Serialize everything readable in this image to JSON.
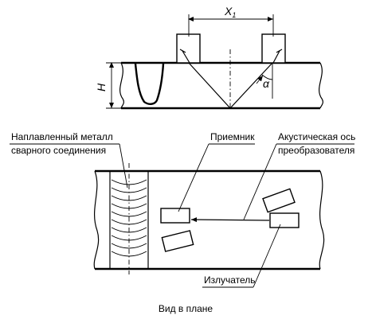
{
  "labels": {
    "x1": "X",
    "x1_sub": "1",
    "h": "H",
    "alpha": "α",
    "weld_line1": "Наплавленный металл",
    "weld_line2": "сварного соединения",
    "receiver": "Приемник",
    "axis_line1": "Акустическая ось",
    "axis_line2": "преобразователя",
    "emitter": "Излучатель",
    "caption": "Вид в плане"
  },
  "colors": {
    "ink": "#000000",
    "background": "#ffffff"
  }
}
